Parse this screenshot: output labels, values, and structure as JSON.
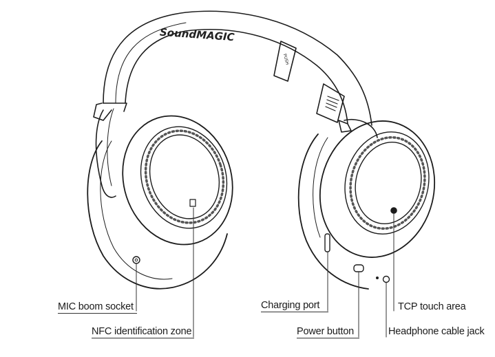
{
  "diagram": {
    "brand_logo": "SoundMAGIC",
    "slider_text_left": "PUSH",
    "callouts": {
      "mic_boom_socket": "MIC boom socket",
      "nfc_zone": "NFC identification zone",
      "charging_port": "Charging port",
      "power_button": "Power button",
      "tcp_touch_area": "TCP touch area",
      "headphone_cable_jack": "Headphone cable jack"
    }
  }
}
